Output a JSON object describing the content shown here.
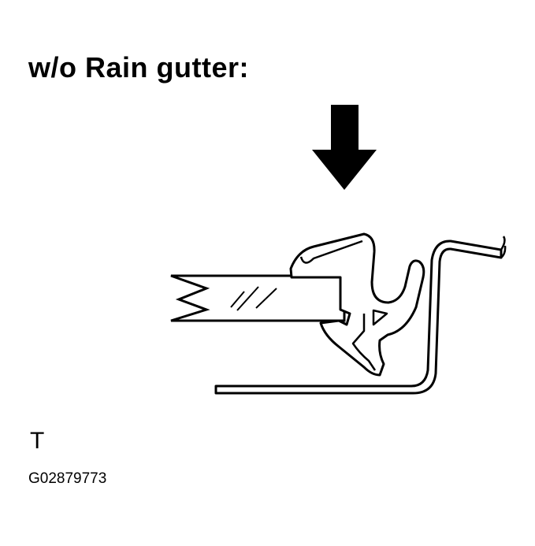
{
  "title": "w/o Rain gutter:",
  "label": "T",
  "figure_code": "G02879773",
  "colors": {
    "ink": "#000000",
    "paper": "#ffffff"
  },
  "icons": [
    "down-arrow-icon"
  ]
}
